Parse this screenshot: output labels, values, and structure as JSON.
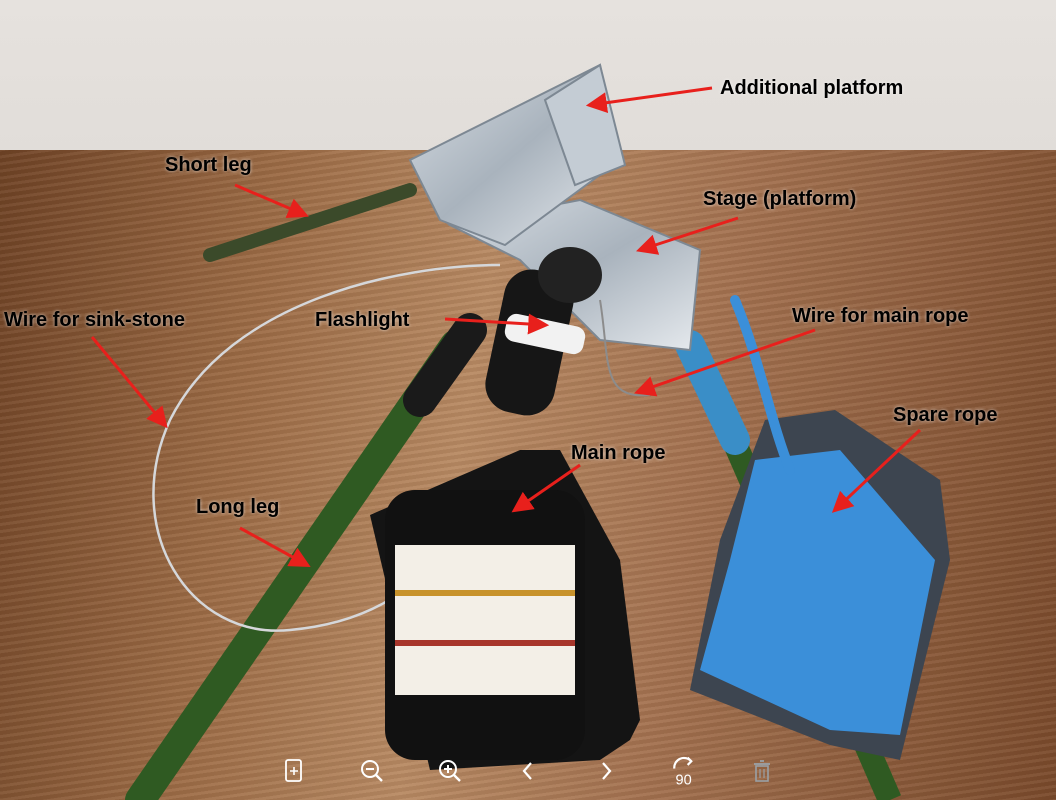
{
  "labels": {
    "additional_platform": "Additional platform",
    "short_leg": "Short leg",
    "stage": "Stage (platform)",
    "wire_sink_stone": "Wire for sink-stone",
    "flashlight": "Flashlight",
    "wire_main_rope": "Wire for main rope",
    "spare_rope": "Spare rope",
    "main_rope": "Main rope",
    "long_leg": "Long leg"
  },
  "toolbar": {
    "rotate_degrees": "90",
    "icons": [
      "page-icon",
      "zoom-out-icon",
      "zoom-in-icon",
      "previous-icon",
      "next-icon",
      "rotate-icon",
      "delete-icon"
    ]
  },
  "colors": {
    "arrow": "#e8201c",
    "label": "#000000",
    "toolbar_icon": "#ffffff"
  }
}
